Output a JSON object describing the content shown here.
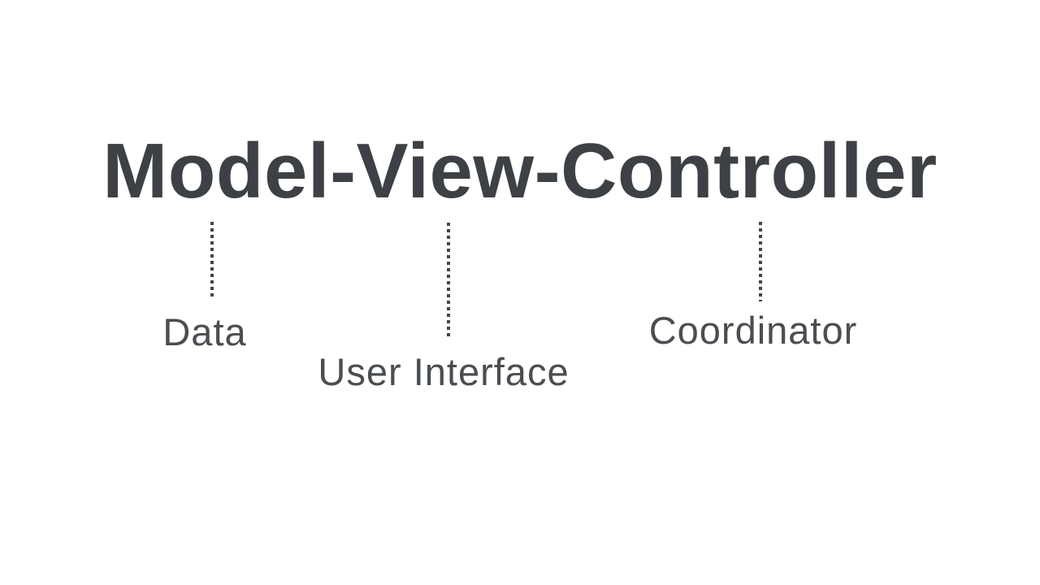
{
  "title": "Model-View-Controller",
  "colors": {
    "background": "#ffffff",
    "title_text": "#3d4145",
    "label_text": "#4a4e52",
    "connector_dash": "#43474b"
  },
  "annotations": [
    {
      "term": "Model",
      "label": "Data"
    },
    {
      "term": "View",
      "label": "User Interface"
    },
    {
      "term": "Controller",
      "label": "Coordinator"
    }
  ]
}
